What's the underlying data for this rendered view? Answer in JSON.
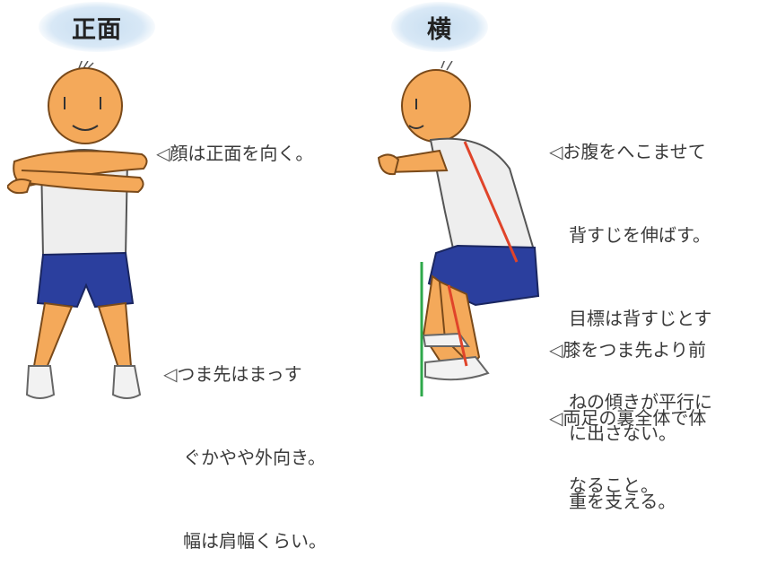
{
  "labels": {
    "front": "正面",
    "side": "横"
  },
  "notes": {
    "face": {
      "marker": "◁",
      "lines": [
        "顔は正面を向く。"
      ]
    },
    "toes": {
      "marker": "◁",
      "lines": [
        "つま先はまっす",
        "ぐかやや外向き。",
        "幅は肩幅くらい。"
      ]
    },
    "belly": {
      "marker": "◁",
      "lines": [
        "お腹をへこませて",
        "背すじを伸ばす。",
        "目標は背すじとす",
        "ねの傾きが平行に",
        "なること。"
      ]
    },
    "knee": {
      "marker": "◁",
      "lines": [
        "膝をつま先より前",
        "に出さない。"
      ]
    },
    "soles": {
      "marker": "◁",
      "lines": [
        "両足の裏全体で体",
        "重を支える。"
      ]
    }
  },
  "colors": {
    "skin": "#f4a95a",
    "shirt": "#eeeeee",
    "shorts": "#2b3f9e",
    "guide_red": "#e0442a",
    "guide_green": "#2ea84a",
    "badge": "#cfe2f3"
  }
}
